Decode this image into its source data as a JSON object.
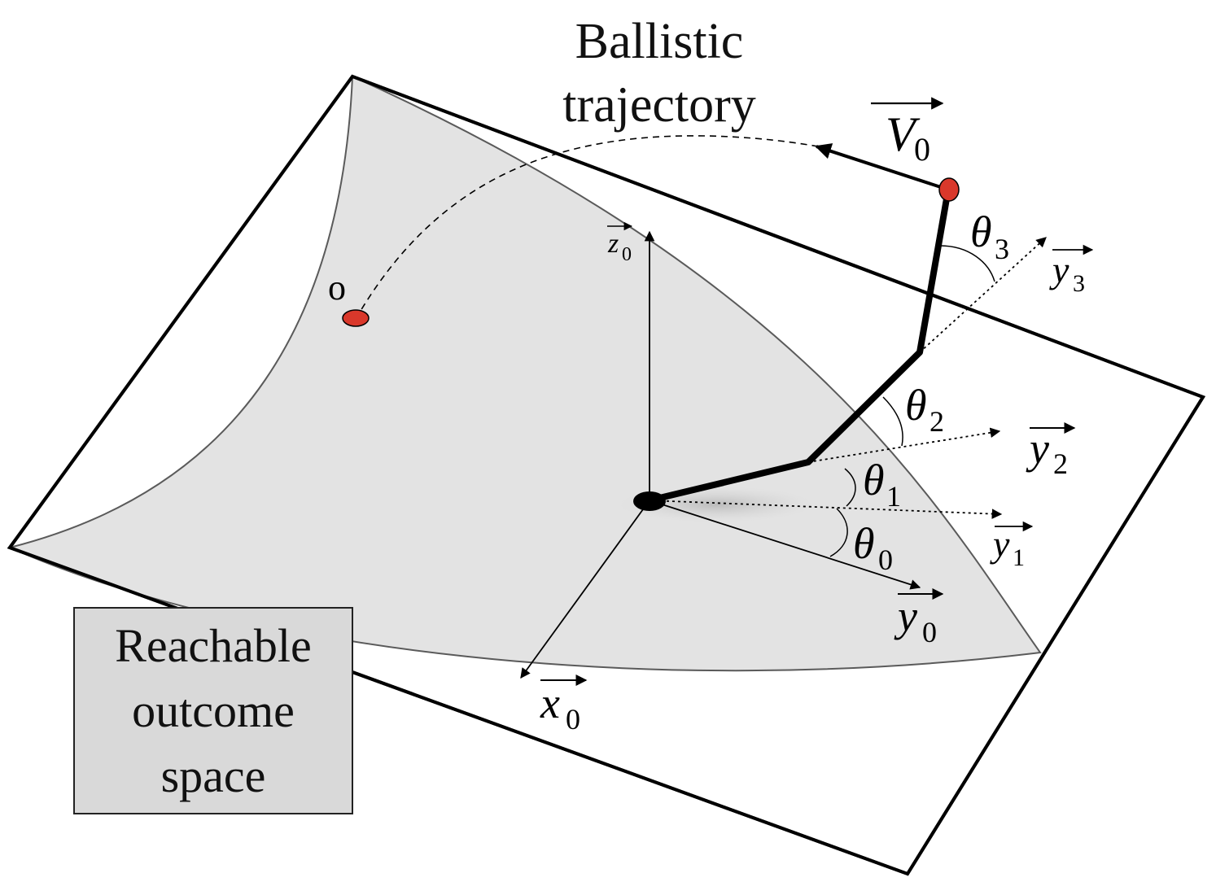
{
  "title": {
    "line1": "Ballistic",
    "line2": "trajectory"
  },
  "legend_box": {
    "line1": "Reachable",
    "line2": "outcome",
    "line3": "space"
  },
  "labels": {
    "target_o": "o",
    "velocity": {
      "symbol": "V",
      "subscript": "0"
    },
    "z0": {
      "symbol": "z",
      "subscript": "0"
    },
    "x0": {
      "symbol": "x",
      "subscript": "0"
    },
    "y0": {
      "symbol": "y",
      "subscript": "0"
    },
    "y1": {
      "symbol": "y",
      "subscript": "1"
    },
    "y2": {
      "symbol": "y",
      "subscript": "2"
    },
    "y3": {
      "symbol": "y",
      "subscript": "3"
    },
    "theta0": {
      "symbol": "θ",
      "subscript": "0"
    },
    "theta1": {
      "symbol": "θ",
      "subscript": "1"
    },
    "theta2": {
      "symbol": "θ",
      "subscript": "2"
    },
    "theta3": {
      "symbol": "θ",
      "subscript": "3"
    }
  },
  "colors": {
    "reachable_fill": "#e3e3e3",
    "endpoint_red": "#d9382b",
    "ink": "#000000",
    "box_fill": "#d9d9d9"
  }
}
